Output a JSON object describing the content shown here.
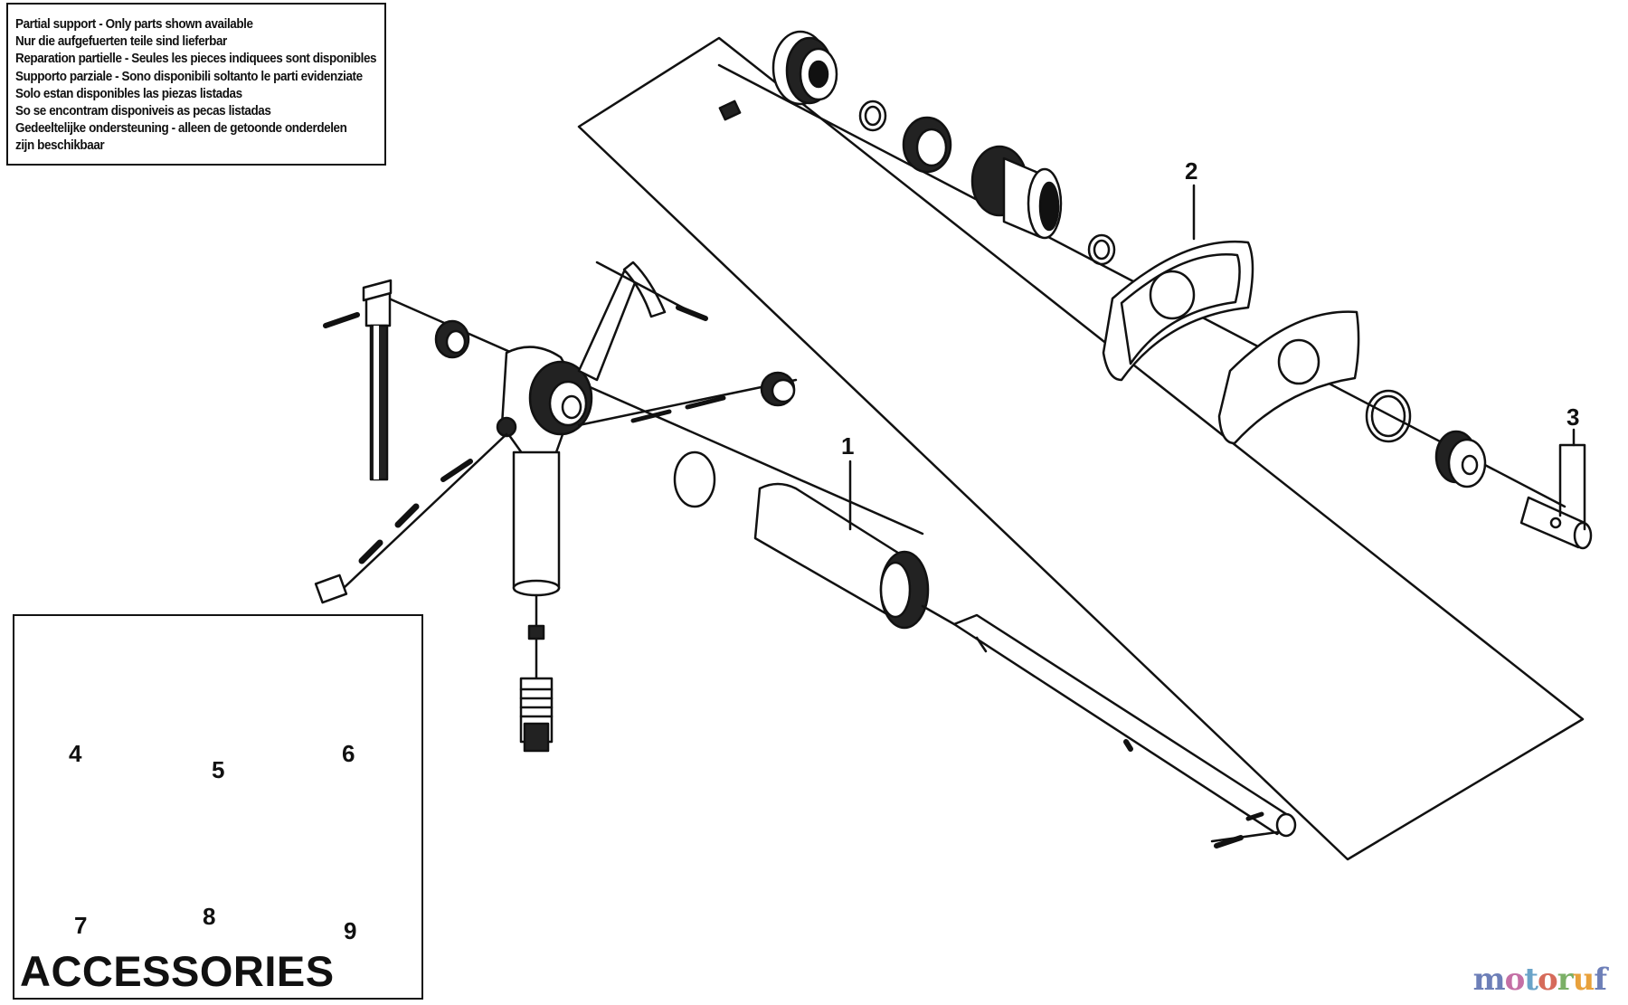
{
  "notice": {
    "lines": [
      "Partial support - Only parts shown available",
      "Nur die aufgefuerten teile sind lieferbar",
      "Reparation partielle - Seules les pieces indiquees sont disponibles",
      "Supporto parziale - Sono disponibili soltanto le parti evidenziate",
      "Solo estan disponibles las piezas listadas",
      "So se encontram disponiveis as pecas listadas",
      "Gedeeltelijke ondersteuning - alleen de getoonde onderdelen",
      "zijn beschikbaar"
    ]
  },
  "callouts": {
    "c1": "1",
    "c2": "2",
    "c3": "3"
  },
  "accessories": {
    "title": "ACCESSORIES",
    "items": [
      "4",
      "5",
      "6",
      "7",
      "8",
      "9"
    ]
  },
  "watermark": {
    "parts": [
      "m",
      "o",
      "t",
      "o",
      "r",
      "u",
      "f"
    ]
  },
  "colors": {
    "ink": "#111111",
    "background": "#ffffff"
  }
}
